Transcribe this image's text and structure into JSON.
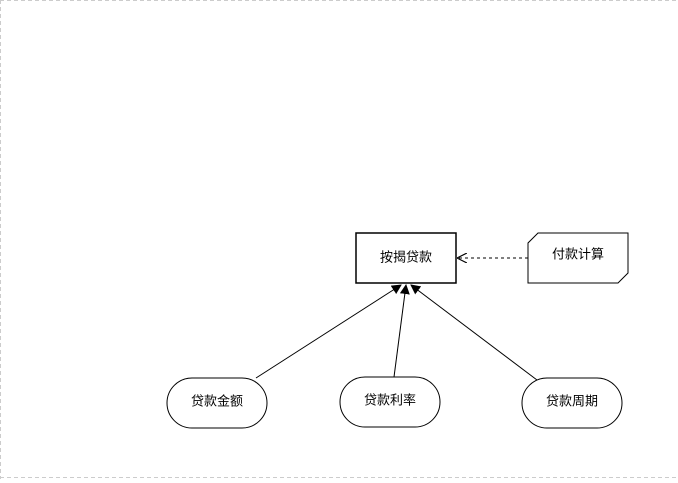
{
  "diagram": {
    "nodes": {
      "mortgage_loan": {
        "label": "按揭贷款",
        "shape": "rectangle"
      },
      "payment_calc": {
        "label": "付款计算",
        "shape": "note"
      },
      "loan_amount": {
        "label": "贷款金额",
        "shape": "rounded"
      },
      "loan_rate": {
        "label": "贷款利率",
        "shape": "rounded"
      },
      "loan_period": {
        "label": "贷款周期",
        "shape": "rounded"
      }
    },
    "edges": [
      {
        "from": "loan_amount",
        "to": "mortgage_loan",
        "style": "solid",
        "arrow": "filled"
      },
      {
        "from": "loan_rate",
        "to": "mortgage_loan",
        "style": "solid",
        "arrow": "filled"
      },
      {
        "from": "loan_period",
        "to": "mortgage_loan",
        "style": "solid",
        "arrow": "filled"
      },
      {
        "from": "payment_calc",
        "to": "mortgage_loan",
        "style": "dashed",
        "arrow": "open"
      }
    ],
    "colors": {
      "stroke": "#000000",
      "fill": "#ffffff",
      "border": "#cccccc"
    }
  }
}
